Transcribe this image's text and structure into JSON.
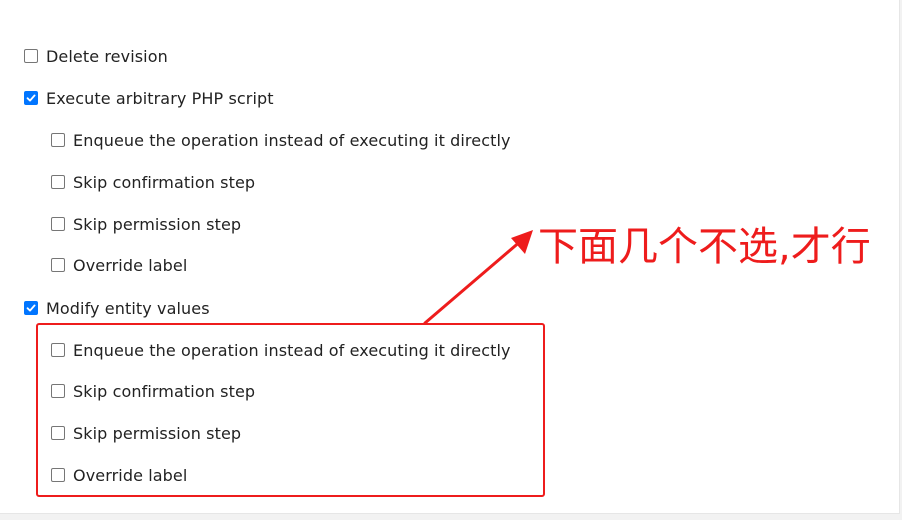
{
  "colors": {
    "checkbox_checked": "#0075ff",
    "annotation": "#ee1c1c"
  },
  "permissions": [
    {
      "label": "Delete revision",
      "checked": false,
      "indent": 0
    },
    {
      "label": "Execute arbitrary PHP script",
      "checked": true,
      "indent": 0
    },
    {
      "label": "Enqueue the operation instead of executing it directly",
      "checked": false,
      "indent": 1
    },
    {
      "label": "Skip confirmation step",
      "checked": false,
      "indent": 1
    },
    {
      "label": "Skip permission step",
      "checked": false,
      "indent": 1
    },
    {
      "label": "Override label",
      "checked": false,
      "indent": 1
    },
    {
      "label": "Modify entity values",
      "checked": true,
      "indent": 0
    },
    {
      "label": "Enqueue the operation instead of executing it directly",
      "checked": false,
      "indent": 1
    },
    {
      "label": "Skip confirmation step",
      "checked": false,
      "indent": 1
    },
    {
      "label": "Skip permission step",
      "checked": false,
      "indent": 1
    },
    {
      "label": "Override label",
      "checked": false,
      "indent": 1
    }
  ],
  "annotation": {
    "text": "下面几个不选,才行",
    "icon": "arrow-icon"
  }
}
